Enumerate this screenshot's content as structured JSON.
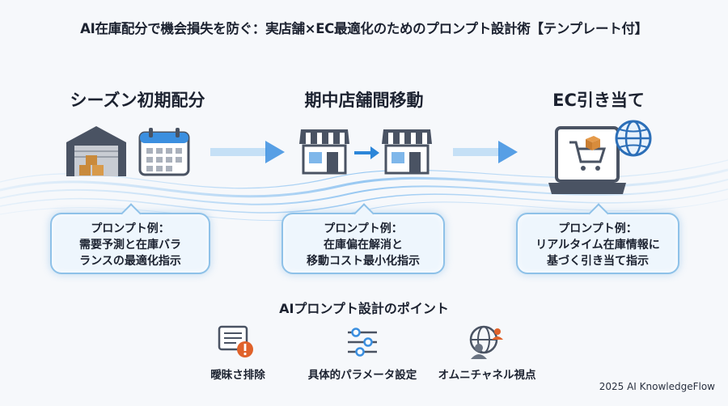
{
  "title": "AI在庫配分で機会損失を防ぐ：実店舗×EC最適化のためのプロンプト設計術【テンプレート付】",
  "stages": [
    {
      "title": "シーズン初期配分",
      "prompt_lines": [
        "プロンプト例：",
        "需要予測と在庫バラ",
        "ランスの最適化指示"
      ],
      "icons": [
        "warehouse-icon",
        "calendar-icon"
      ]
    },
    {
      "title": "期中店舗間移動",
      "prompt_lines": [
        "プロンプト例：",
        "在庫偏在解消と",
        "移動コスト最小化指示"
      ],
      "icons": [
        "store-icon",
        "arrow-right-icon",
        "store-icon"
      ]
    },
    {
      "title": "EC引き当て",
      "prompt_lines": [
        "プロンプト例：",
        "リアルタイム在庫情報に",
        "基づく引き当て指示"
      ],
      "icons": [
        "laptop-cart-icon",
        "globe-icon"
      ]
    }
  ],
  "points": {
    "title": "AIプロンプト設計のポイント",
    "items": [
      {
        "label": "曖昧さ排除",
        "icon": "document-warning-icon"
      },
      {
        "label": "具体的パラメータ設定",
        "icon": "sliders-icon"
      },
      {
        "label": "オムニチャネル視点",
        "icon": "globe-people-icon"
      }
    ]
  },
  "footer": "2025 AI KnowledgeFlow",
  "colors": {
    "accent": "#3b8fe0",
    "bubble_border": "#8ec1e8",
    "icon_dark": "#4a5363",
    "warning": "#e0622a"
  }
}
